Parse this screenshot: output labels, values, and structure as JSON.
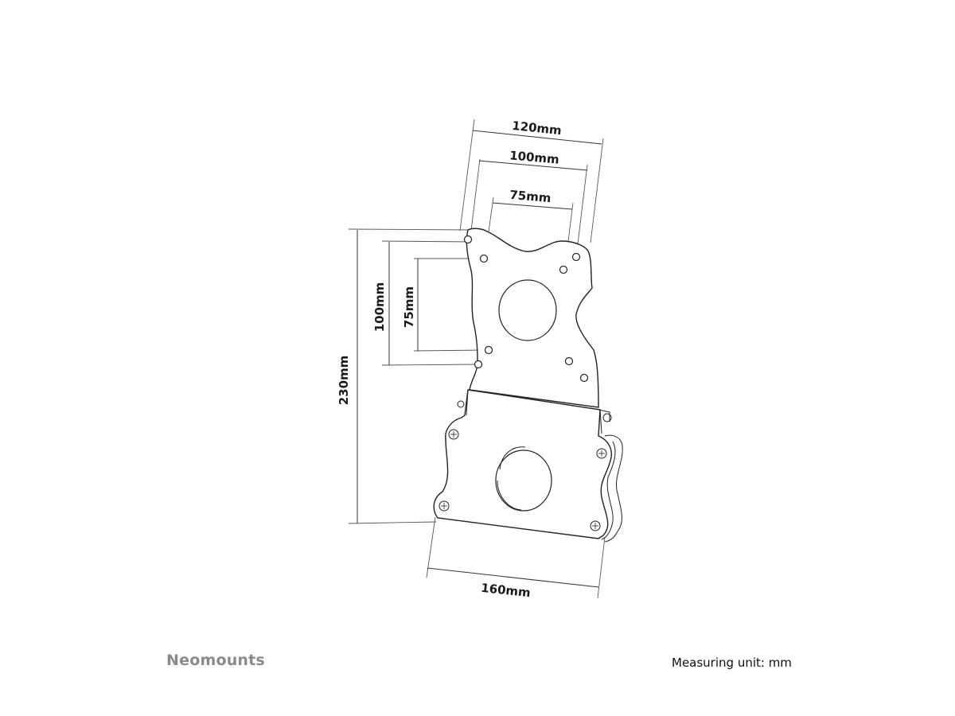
{
  "dimensions": {
    "width_120": "120mm",
    "width_100": "100mm",
    "width_75": "75mm",
    "height_100": "100mm",
    "height_75": "75mm",
    "height_230": "230mm",
    "width_160": "160mm"
  },
  "footer": {
    "brand": "Neomounts",
    "unit_label": "Measuring unit: mm"
  }
}
